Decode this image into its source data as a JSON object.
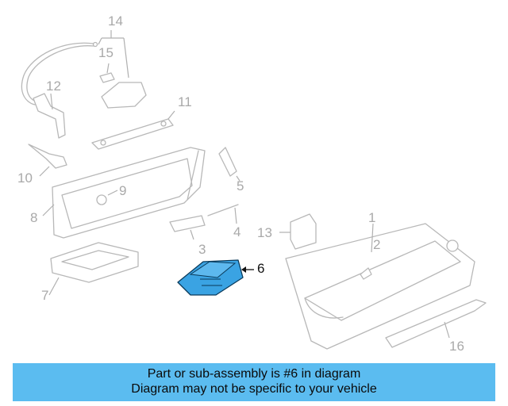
{
  "callouts": {
    "c1": "1",
    "c2": "2",
    "c3": "3",
    "c4": "4",
    "c5": "5",
    "c6": "6",
    "c7": "7",
    "c8": "8",
    "c9": "9",
    "c10": "10",
    "c11": "11",
    "c12": "12",
    "c13": "13",
    "c14": "14",
    "c15": "15",
    "c16": "16"
  },
  "highlight": {
    "part": "6",
    "color": "#3aa3e3"
  },
  "banner": {
    "line1": "Part or sub-assembly is #6 in diagram",
    "line2": "Diagram may not be specific to your vehicle",
    "color": "#5bbcf0"
  }
}
